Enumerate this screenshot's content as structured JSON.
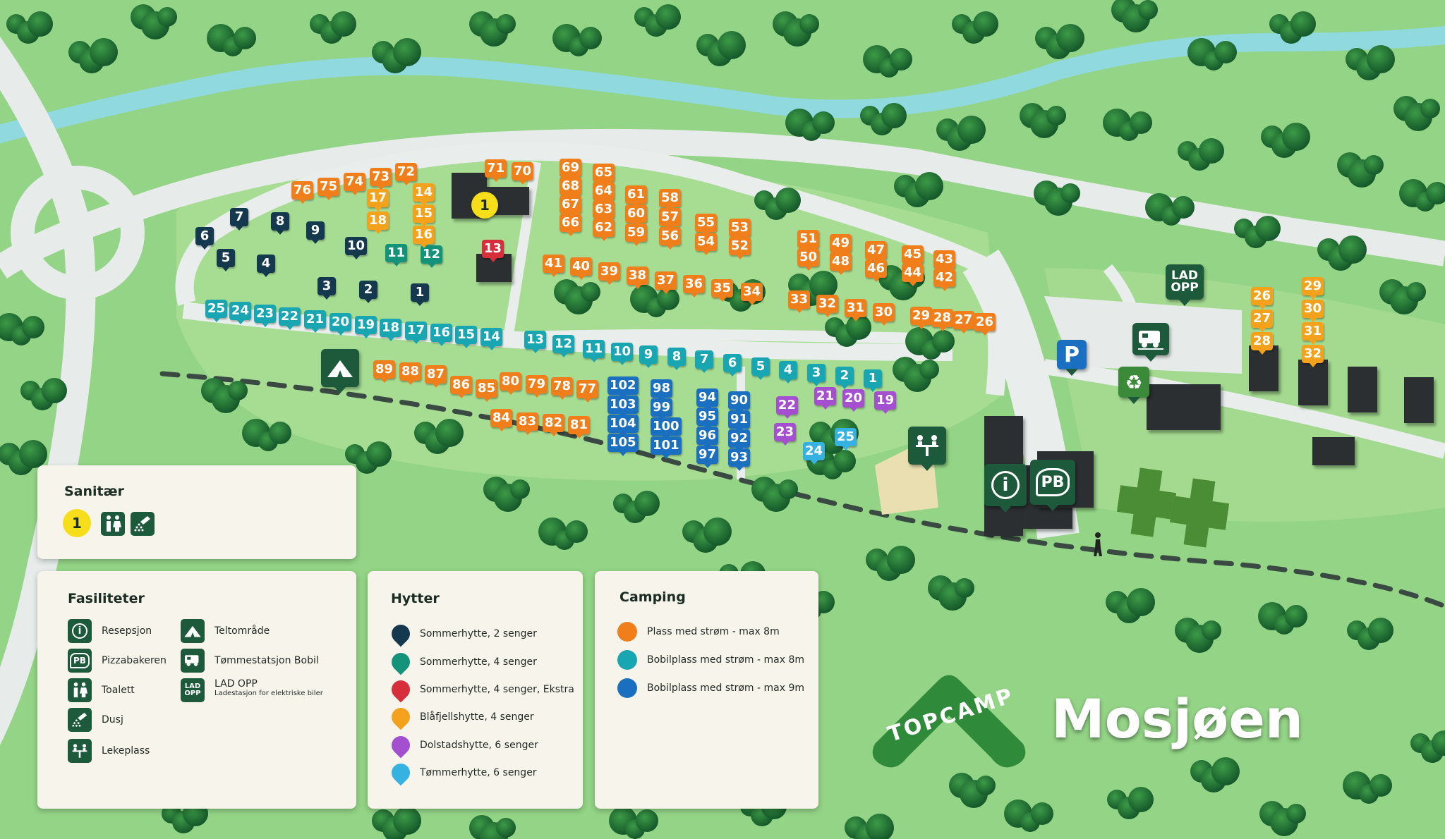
{
  "colors": {
    "orange": "#f07f1b",
    "teal": "#17a6b2",
    "blue": "#1a6fc0",
    "navy": "#14394f",
    "green_cabin": "#13937a",
    "red": "#d62e3b",
    "amber": "#f4a21c",
    "purple": "#a44fd0",
    "sky": "#35b2e1",
    "yellow": "#f6de1a",
    "facility_green": "#1d5a3c"
  },
  "pins": {
    "orange": [
      "76",
      "75",
      "74",
      "73",
      "72",
      "71",
      "70",
      "69",
      "68",
      "67",
      "66",
      "65",
      "64",
      "63",
      "62",
      "61",
      "60",
      "59",
      "58",
      "57",
      "56",
      "55",
      "54",
      "53",
      "52",
      "51",
      "50",
      "49",
      "48",
      "47",
      "46",
      "45",
      "44",
      "43",
      "42",
      "41",
      "40",
      "39",
      "38",
      "37",
      "36",
      "35",
      "34",
      "33",
      "32",
      "31",
      "30",
      "29",
      "28",
      "27",
      "26",
      "89",
      "88",
      "87",
      "86",
      "85",
      "80",
      "79",
      "78",
      "77",
      "84",
      "83",
      "82",
      "81"
    ],
    "teal": [
      "25",
      "24",
      "23",
      "22",
      "21",
      "20",
      "19",
      "18",
      "17",
      "16",
      "15",
      "14",
      "13",
      "12",
      "11",
      "10",
      "9",
      "8",
      "7",
      "6",
      "5",
      "4",
      "3",
      "2",
      "1"
    ],
    "blue": [
      "102",
      "103",
      "104",
      "105",
      "98",
      "99",
      "100",
      "101",
      "94",
      "95",
      "96",
      "97",
      "90",
      "91",
      "92",
      "93"
    ],
    "navy": [
      "7",
      "8",
      "9",
      "6",
      "5",
      "4",
      "10",
      "3",
      "2",
      "1"
    ],
    "green_cabin": [
      "11",
      "12"
    ],
    "red": [
      "13"
    ],
    "amber": [
      "17",
      "18",
      "14",
      "15",
      "16",
      "26",
      "27",
      "28",
      "29",
      "30",
      "31",
      "32"
    ],
    "purple": [
      "22",
      "23",
      "21",
      "20",
      "19"
    ],
    "sky": [
      "24",
      "25"
    ],
    "sanitary": "1"
  },
  "map": {
    "tent_icon": "tent-icon",
    "parking_label": "P",
    "lad_opp_label_1": "LAD",
    "lad_opp_label_2": "OPP",
    "pb_label": "PB",
    "info_label": "i",
    "town_name": "Mosjøen",
    "brand": "TOPCAMP"
  },
  "legend": {
    "sanitar": {
      "title": "Sanitær",
      "badge": "1"
    },
    "fasiliteter": {
      "title": "Fasiliteter",
      "items": [
        {
          "icon": "info-icon",
          "label": "Resepsjon"
        },
        {
          "icon": "pizza-oven-icon",
          "label": "Pizzabakeren"
        },
        {
          "icon": "toilet-icon",
          "label": "Toalett"
        },
        {
          "icon": "shower-icon",
          "label": "Dusj"
        },
        {
          "icon": "playground-icon",
          "label": "Lekeplass"
        },
        {
          "icon": "tent-icon",
          "label": "Teltområde"
        },
        {
          "icon": "camper-dump-icon",
          "label": "Tømmestatsjon Bobil"
        },
        {
          "icon": "ev-charge-icon",
          "label": "LAD OPP",
          "sub": "Ladestasjon for elektriske biler"
        }
      ]
    },
    "hytter": {
      "title": "Hytter",
      "items": [
        {
          "color": "#14394f",
          "label": "Sommerhytte, 2 senger"
        },
        {
          "color": "#13937a",
          "label": "Sommerhytte, 4 senger"
        },
        {
          "color": "#d62e3b",
          "label": "Sommerhytte, 4 senger, Ekstra"
        },
        {
          "color": "#f4a21c",
          "label": "Blåfjellshytte, 4 senger"
        },
        {
          "color": "#a44fd0",
          "label": "Dolstadshytte, 6 senger"
        },
        {
          "color": "#35b2e1",
          "label": "Tømmerhytte, 6 senger"
        }
      ]
    },
    "camping": {
      "title": "Camping",
      "items": [
        {
          "color": "#f07f1b",
          "label": "Plass med strøm - max 8m"
        },
        {
          "color": "#17a6b2",
          "label": "Bobilplass med strøm - max 8m"
        },
        {
          "color": "#1a6fc0",
          "label": "Bobilplass med strøm - max 9m"
        }
      ]
    }
  }
}
